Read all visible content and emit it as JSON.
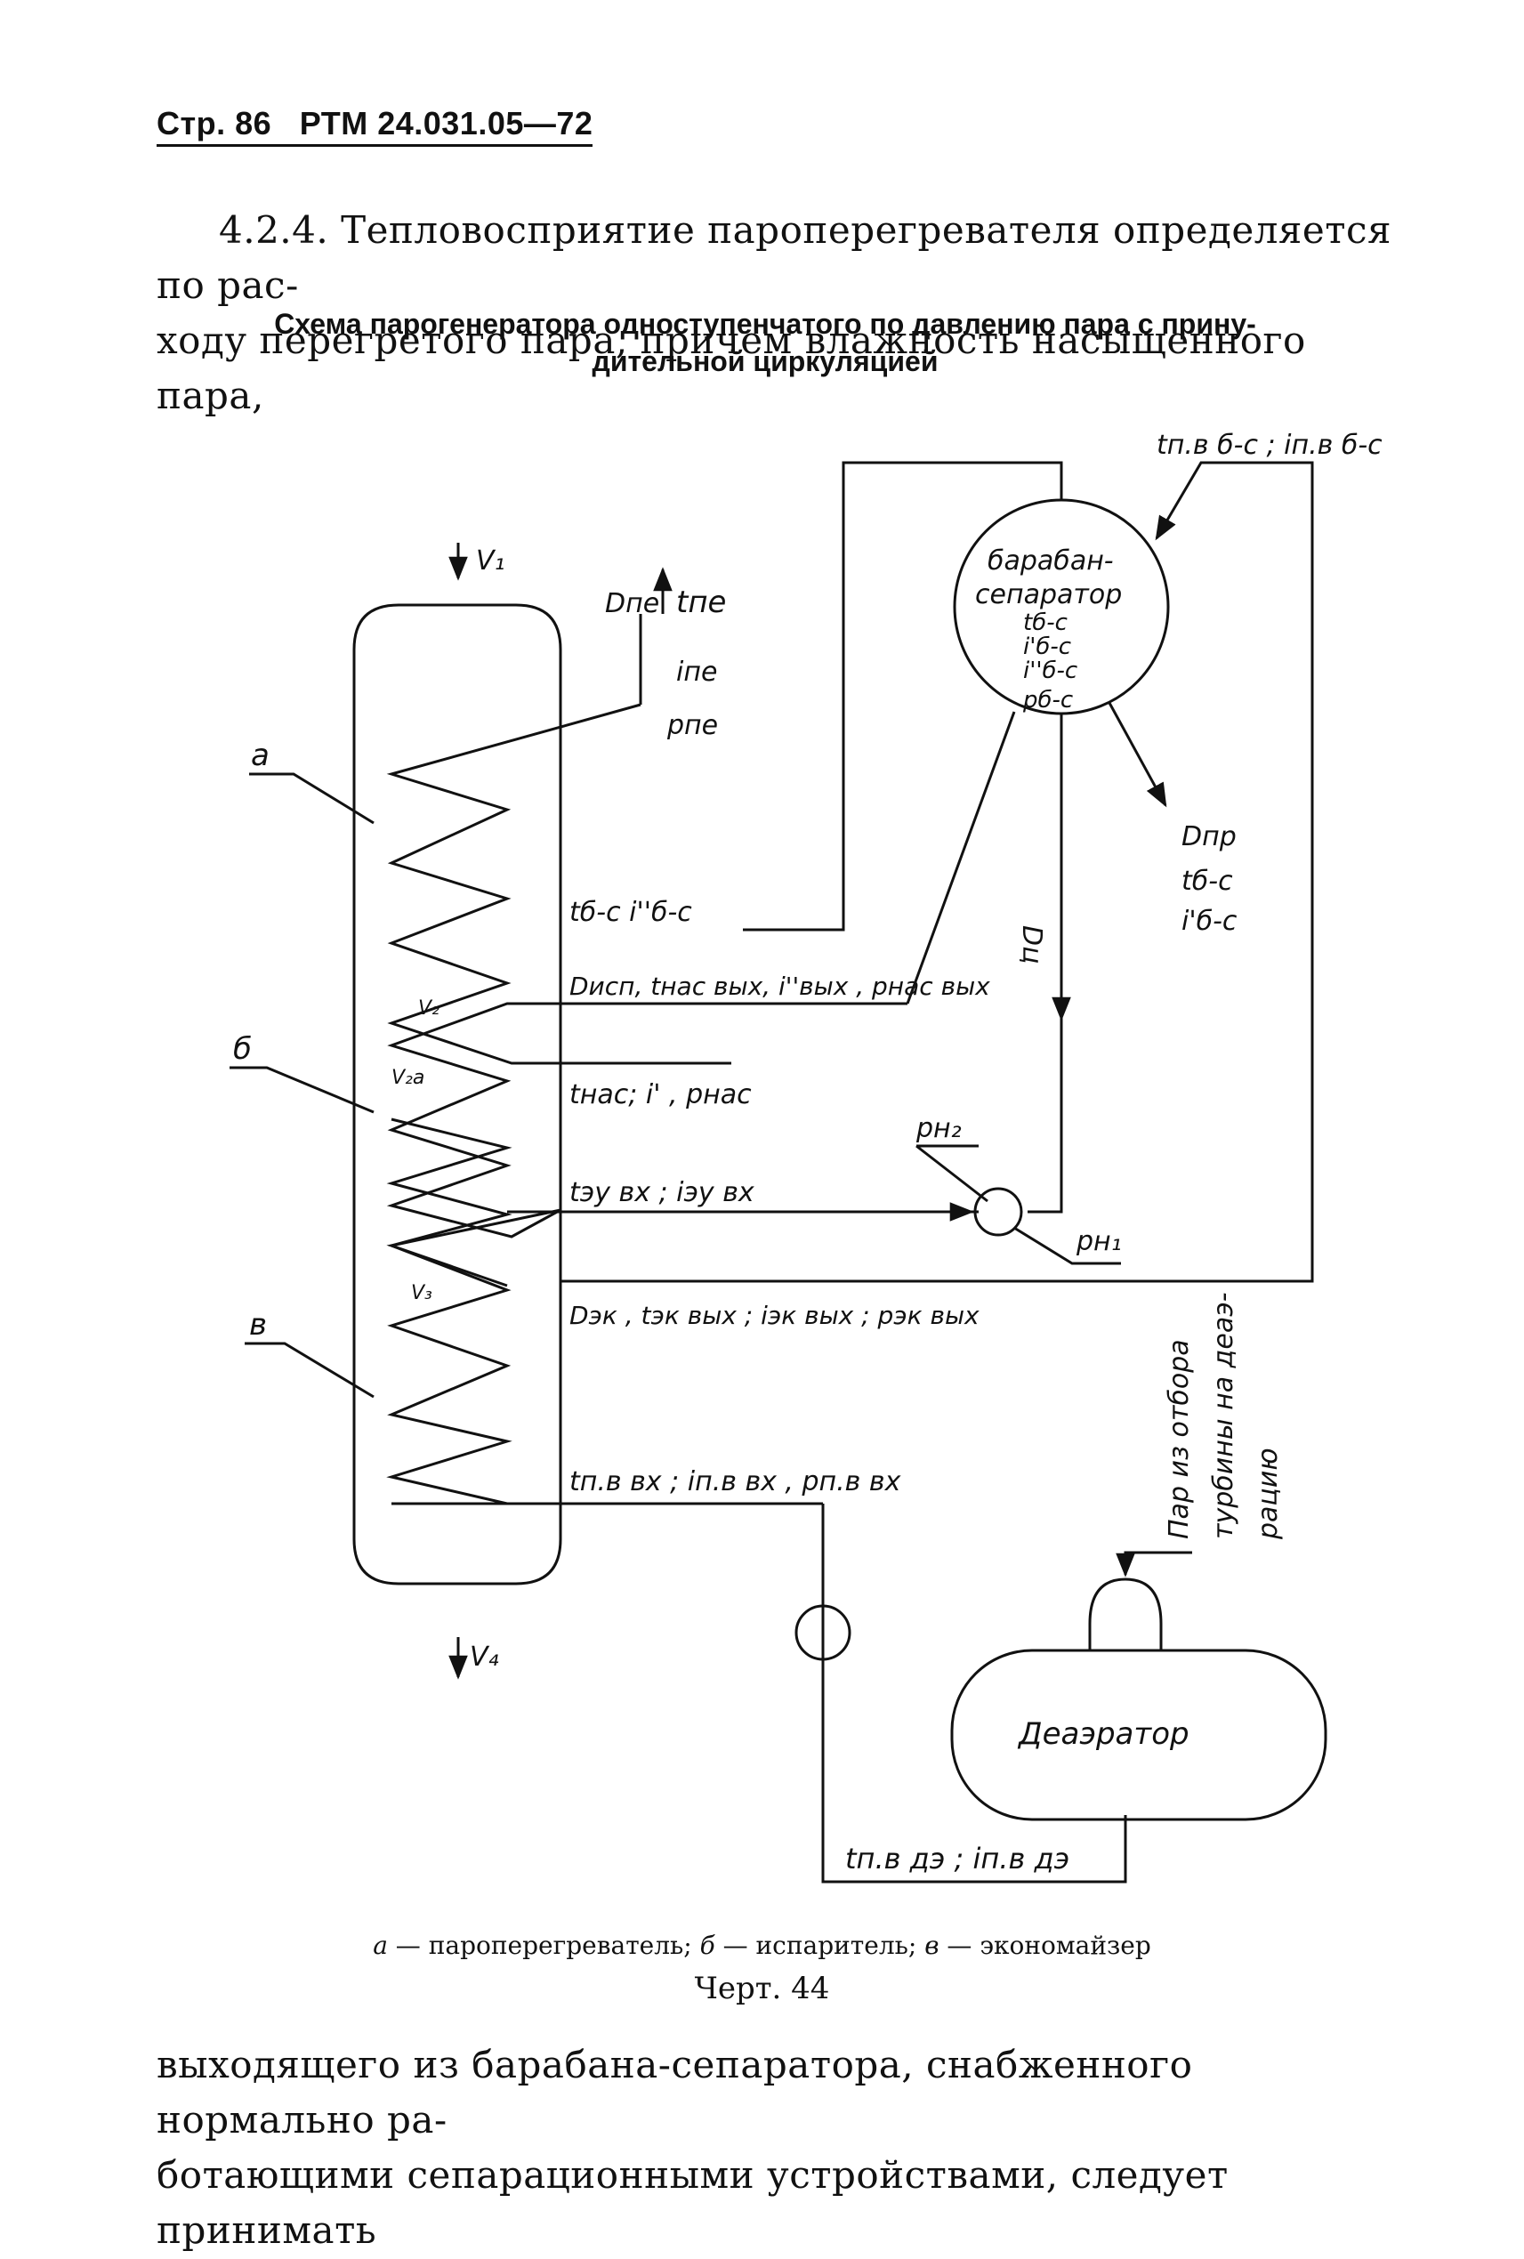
{
  "header": {
    "page": "Стр. 86",
    "doc": "РТМ 24.031.05—72"
  },
  "top_paragraph": {
    "line1": "4.2.4. Тепловосприятие пароперегревателя определяется по рас-",
    "line2": "ходу перегретого пара, причем влажность насыщенного пара,"
  },
  "figure_title": {
    "line1": "Схема парогенератора одноступенчатого по давлению пара с прину-",
    "line2": "дительной циркуляцией"
  },
  "diagram": {
    "labels": {
      "v1": "V₁",
      "v2": "V₂",
      "v2a": "V₂a",
      "v3": "V₃",
      "v4": "V₄",
      "d_pe": "Dпе",
      "t_pe": "tпе",
      "i_pe": "iпе",
      "p_pe": "pпе",
      "sec_a": "а",
      "sec_b": "б",
      "sec_v": "в",
      "drum_name_1": "барабан-",
      "drum_name_2": "сепаратор",
      "drum_t": "tб-с",
      "drum_i1": "i'б-с",
      "drum_i2": "i''б-с",
      "drum_p": "pб-с",
      "top_right": "tп.в б-с ; iп.в б-с",
      "d_pr": "Dпр",
      "t_bs": "tб-с",
      "i1_bs": "i'б-с",
      "d_c": "Dц",
      "line_a": "tб-с  i''б-с",
      "line_isp": "Dисп, tнас вых, i''вых , pнас вых",
      "line_nas": "tнас; i' , pнас",
      "line_ezu": "tэу вх ; iэу вх",
      "p_n2": "pн₂",
      "p_n1": "pн₁",
      "line_ek": "Dэк , tэк вых ; iэк вых ; pэк вых",
      "line_pv": "tп.в вх ; iп.в вх , pп.в вх",
      "steam_1": "Пар из отбора",
      "steam_2": "турбины на деаэ-",
      "steam_3": "рацию",
      "deaerator": "Деаэратор",
      "line_de": "tп.в дэ ; iп.в дэ"
    }
  },
  "legend": {
    "a_key": "а",
    "a_text": " — пароперегреватель; ",
    "b_key": "б",
    "b_text": " — испаритель; ",
    "c_key": "в",
    "c_text": " — экономайзер"
  },
  "figure_number": "Черт. 44",
  "bottom_paragraph": {
    "line1": "выходящего из барабана-сепаратора, снабженного нормально ра-",
    "line2": "ботающими сепарационными устройствами, следует принимать"
  }
}
